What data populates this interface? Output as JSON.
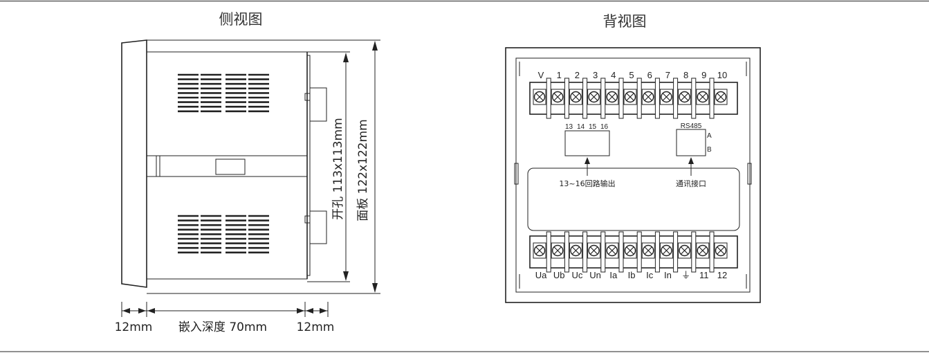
{
  "side_view": {
    "title": "侧视图",
    "dims": {
      "cutout": "开孔 113x113mm",
      "panel": "面板 122x122mm",
      "front_depth": "12mm",
      "embed_depth": "嵌入深度 70mm",
      "rear_depth": "12mm"
    }
  },
  "back_view": {
    "title": "背视图",
    "top_terminals": [
      "V",
      "1",
      "2",
      "3",
      "4",
      "5",
      "6",
      "7",
      "8",
      "9",
      "10"
    ],
    "bottom_terminals": [
      "Ua",
      "Ub",
      "Uc",
      "Un",
      "Ia",
      "Ib",
      "Ic",
      "In",
      "⏚",
      "11",
      "12"
    ],
    "loop_numbers": [
      "13",
      "14",
      "15",
      "16"
    ],
    "rs485": {
      "label": "RS485",
      "pin_a": "A",
      "pin_b": "B"
    },
    "notes": {
      "loop_output": "13~16回路输出",
      "comm_port": "通讯接口"
    }
  }
}
